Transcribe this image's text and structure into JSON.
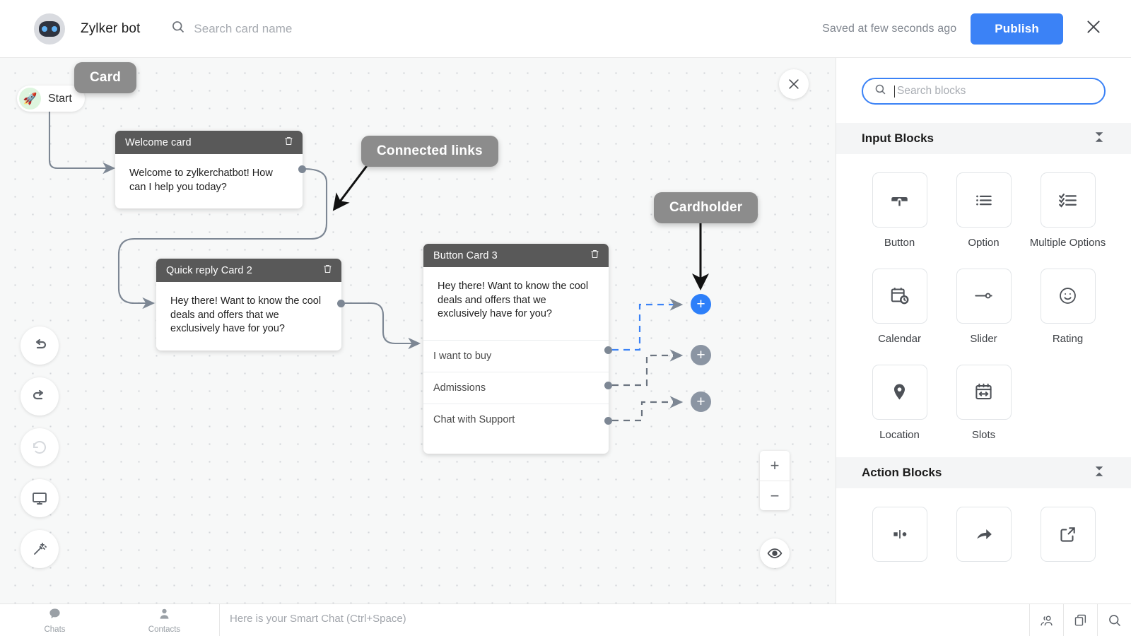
{
  "header": {
    "bot_name": "Zylker bot",
    "search_placeholder": "Search card name",
    "saved_text": "Saved at few seconds ago",
    "publish_label": "Publish",
    "close_icon": "close-icon",
    "search_icon": "search-icon",
    "accent_color": "#3b82f6"
  },
  "canvas": {
    "start_label": "Start",
    "start_icon": "rocket-icon",
    "annotations": [
      {
        "label": "Card"
      },
      {
        "label": "Connected links"
      },
      {
        "label": "Cardholder"
      }
    ],
    "cards": [
      {
        "title": "Welcome card",
        "body": "Welcome to zylkerchatbot! How can I help you today?",
        "options": []
      },
      {
        "title": "Quick reply Card 2",
        "body": "Hey there! Want to know the cool deals and offers that we exclusively have for you?",
        "options": []
      },
      {
        "title": "Button Card 3",
        "body": "Hey there! Want to know the cool deals and offers that we exclusively have for you?",
        "options": [
          "I want to buy",
          "Admissions",
          "Chat with Support"
        ]
      }
    ],
    "plus_nodes": [
      {
        "state": "active",
        "color": "#2d7ff9",
        "label": "+"
      },
      {
        "state": "idle",
        "color": "#8b95a3",
        "label": "+"
      },
      {
        "state": "idle",
        "color": "#8b95a3",
        "label": "+"
      }
    ],
    "tools": [
      {
        "icon": "undo-icon",
        "enabled": true
      },
      {
        "icon": "redo-icon",
        "enabled": true
      },
      {
        "icon": "reset-icon",
        "enabled": false
      },
      {
        "icon": "preview-screen-icon",
        "enabled": true
      },
      {
        "icon": "magic-wand-icon",
        "enabled": true
      }
    ],
    "zoom_in_label": "+",
    "zoom_out_label": "−",
    "eye_icon": "eye-icon",
    "close_icon": "close-icon"
  },
  "panel": {
    "search_placeholder": "Search blocks",
    "search_icon": "search-icon",
    "sections": [
      {
        "title": "Input Blocks",
        "collapse_icon": "collapse-icon",
        "blocks": [
          {
            "label": "Button",
            "icon": "button-tap-icon"
          },
          {
            "label": "Option",
            "icon": "list-icon"
          },
          {
            "label": "Multiple Options",
            "icon": "checklist-icon"
          },
          {
            "label": "Calendar",
            "icon": "calendar-clock-icon"
          },
          {
            "label": "Slider",
            "icon": "slider-icon"
          },
          {
            "label": "Rating",
            "icon": "smiley-icon"
          },
          {
            "label": "Location",
            "icon": "location-pin-icon"
          },
          {
            "label": "Slots",
            "icon": "slots-calendar-icon"
          }
        ]
      },
      {
        "title": "Action Blocks",
        "collapse_icon": "collapse-icon",
        "blocks": [
          {
            "label": "",
            "icon": "split-icon"
          },
          {
            "label": "",
            "icon": "forward-arrow-icon"
          },
          {
            "label": "",
            "icon": "external-link-icon"
          }
        ]
      }
    ]
  },
  "bottombar": {
    "items": [
      {
        "label": "Chats",
        "icon": "chat-bubble-icon"
      },
      {
        "label": "Contacts",
        "icon": "person-icon"
      }
    ],
    "smartchat_placeholder": "Here is your Smart Chat (Ctrl+Space)",
    "right_icons": [
      {
        "icon": "people-icon"
      },
      {
        "icon": "copy-icon"
      },
      {
        "icon": "search-icon"
      }
    ]
  }
}
